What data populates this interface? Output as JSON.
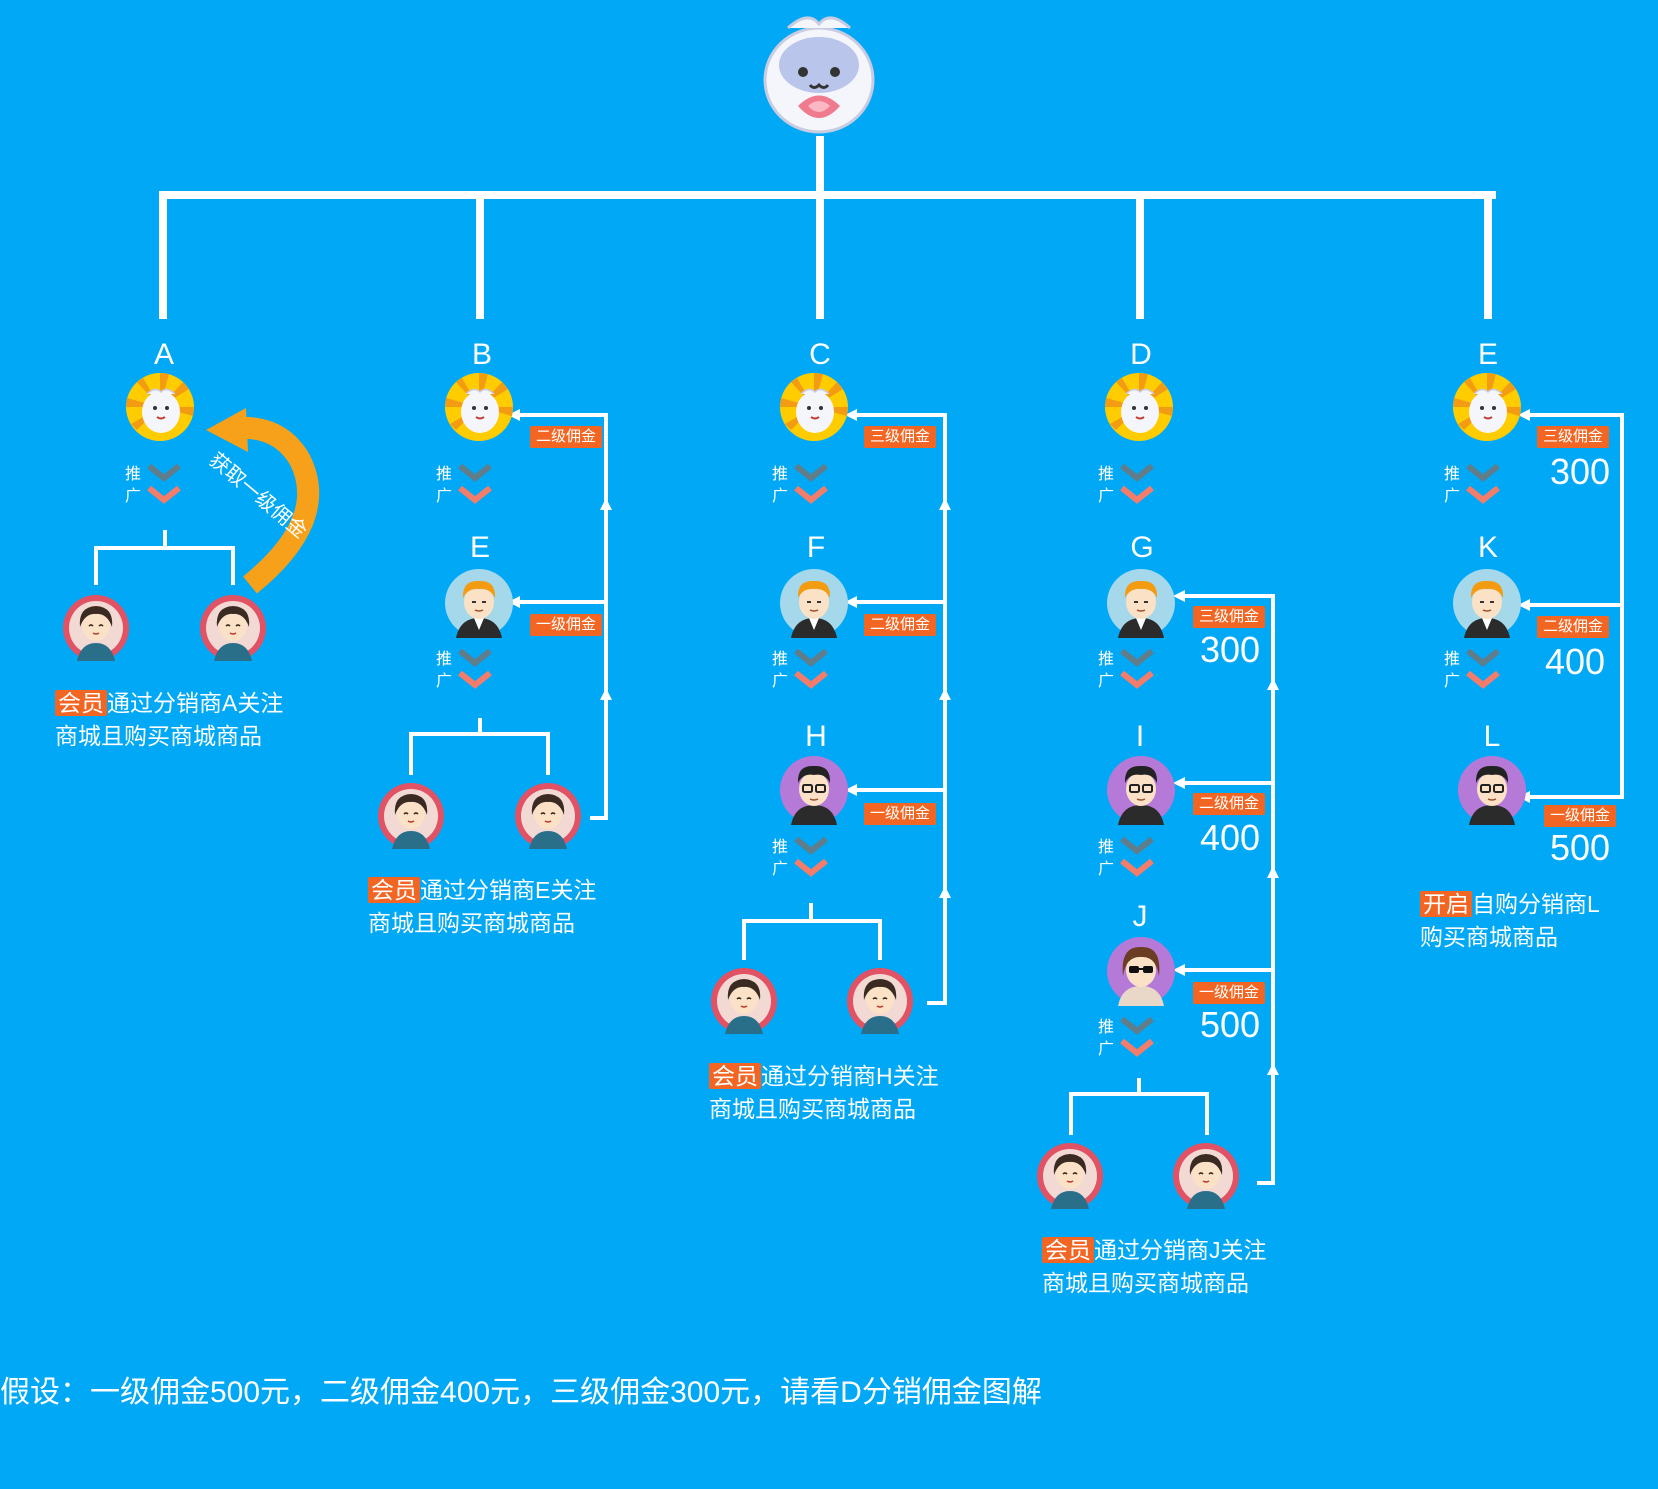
{
  "colors": {
    "background": "#00a8f5",
    "tag": "#f26522",
    "line": "#ffffff",
    "chevron_gray": "#607d8b",
    "chevron_orange": "#f47c6a"
  },
  "nodes": {
    "A": "A",
    "B": "B",
    "C": "C",
    "D": "D",
    "E_top": "E",
    "E_mid": "E",
    "F": "F",
    "H": "H",
    "G": "G",
    "I": "I",
    "J": "J",
    "K": "K",
    "L": "L"
  },
  "promo_label": "推广",
  "tags": {
    "level1": "一级佣金",
    "level2": "二级佣金",
    "level3": "三级佣金"
  },
  "amounts": {
    "a300": "300",
    "a400": "400",
    "a500": "500"
  },
  "arrow_label": "获取一级佣金",
  "captions": {
    "A": {
      "hl": "会员",
      "line1": "通过分销商A关注",
      "line2": "商城且购买商城商品"
    },
    "B": {
      "hl": "会员",
      "line1": "通过分销商E关注",
      "line2": "商城且购买商城商品"
    },
    "C": {
      "hl": "会员",
      "line1": "通过分销商H关注",
      "line2": "商城且购买商城商品"
    },
    "D": {
      "hl": "会员",
      "line1": "通过分销商J关注",
      "line2": "商城且购买商城商品"
    },
    "E": {
      "hl": "开启",
      "line1": "自购分销商L",
      "line2": "购买商城商品"
    }
  },
  "footnote": "假设：一级佣金500元，二级佣金400元，三级佣金300元，请看D分销佣金图解",
  "icons": {
    "root": "mascot-icon",
    "distributor": "mascot-distributor-icon",
    "member": "member-woman-icon",
    "man": "man-avatar-icon",
    "glasses": "glasses-man-icon",
    "sunglasses": "sunglasses-woman-icon"
  }
}
